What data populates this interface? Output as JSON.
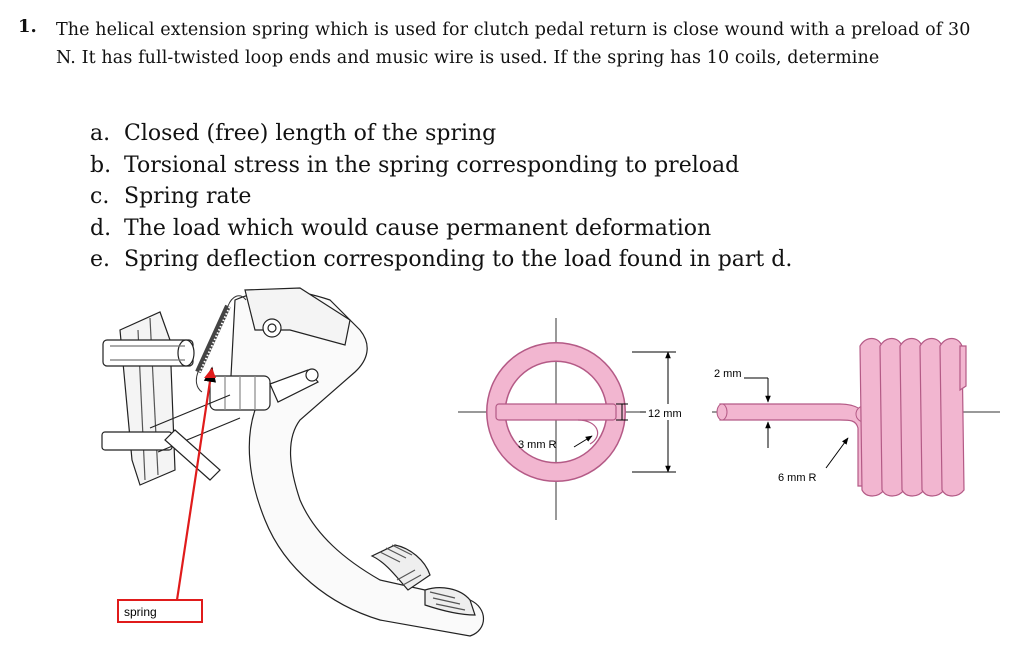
{
  "problem": {
    "number": "1.",
    "statement": "The helical extension spring which is used for clutch pedal return is close wound with a preload of 30 N. It has full-twisted loop ends and music wire is used. If the spring has 10 coils, determine",
    "parts": [
      {
        "label": "a.",
        "text": "Closed (free) length of the spring"
      },
      {
        "label": "b.",
        "text": "Torsional stress in the spring corresponding to preload"
      },
      {
        "label": "c.",
        "text": "Spring rate"
      },
      {
        "label": "d.",
        "text": "The load which would cause permanent deformation"
      },
      {
        "label": "e.",
        "text": "Spring deflection corresponding to the load found in part d."
      }
    ]
  },
  "figure": {
    "callout_label": "spring",
    "dim_wire": "2 mm",
    "dim_loop": "12 mm",
    "dim_bend_small": "3 mm R",
    "dim_bend_large": "6 mm R",
    "colors": {
      "spring_pink": "#f2b6d0",
      "spring_outline": "#b45a86",
      "callout_red": "#e01b1b"
    }
  }
}
